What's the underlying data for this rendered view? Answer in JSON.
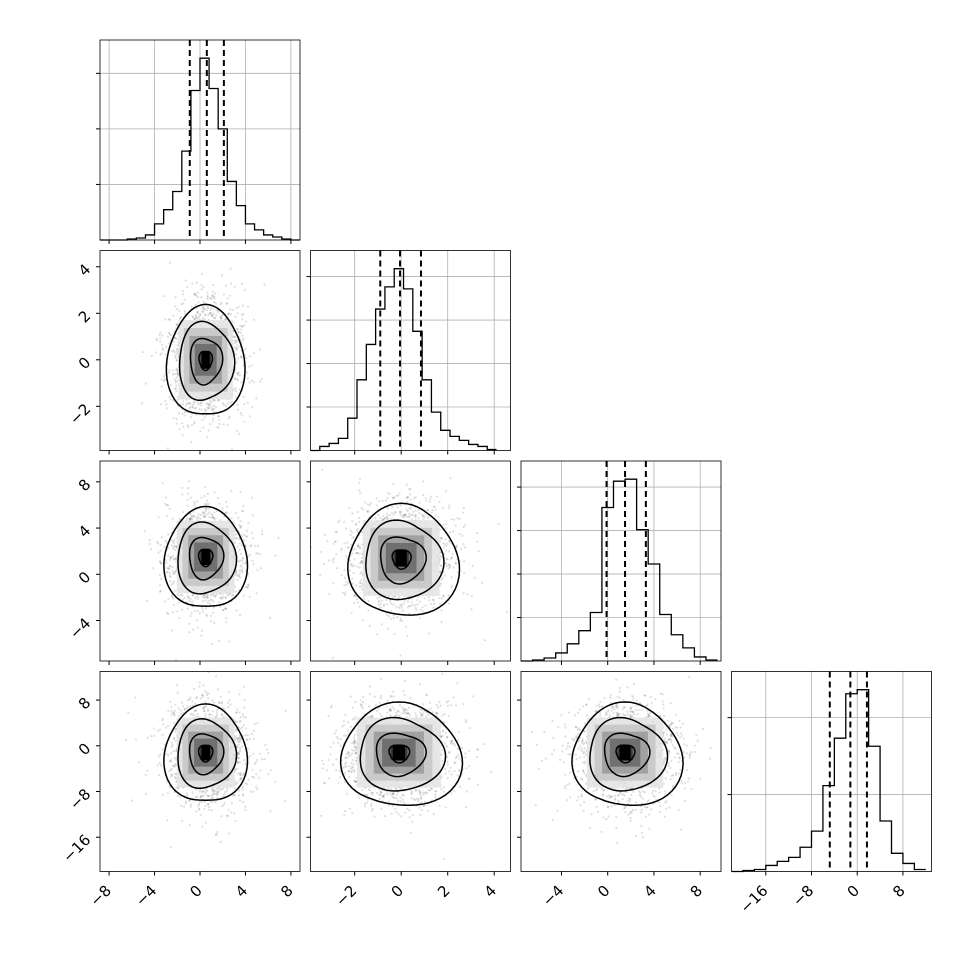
{
  "chart_data": {
    "type": "corner",
    "grid": true,
    "n_params": 4,
    "params": [
      {
        "range": [
          -8.8,
          8.8
        ],
        "ticks": [
          -8,
          -4,
          0,
          4,
          8
        ],
        "tick_labels": [
          "−8",
          "−4",
          "0",
          "4",
          "8"
        ],
        "quantiles": [
          -0.9,
          0.6,
          2.1
        ],
        "hist_ticks": 3,
        "hist": {
          "edges": [
            -8.8,
            -8.0,
            -7.2,
            -6.4,
            -5.6,
            -4.8,
            -4.0,
            -3.2,
            -2.4,
            -1.6,
            -0.8,
            0.0,
            0.8,
            1.6,
            2.4,
            3.2,
            4.0,
            4.8,
            5.6,
            6.4,
            7.2,
            8.0,
            8.8
          ],
          "counts": [
            0,
            0,
            0,
            1,
            2,
            5,
            16,
            30,
            48,
            88,
            148,
            180,
            150,
            110,
            58,
            34,
            16,
            10,
            5,
            3,
            1,
            0
          ]
        }
      },
      {
        "range": [
          -3.9,
          4.7
        ],
        "ticks": [
          -2,
          0,
          2,
          4
        ],
        "tick_labels": [
          "−2",
          "0",
          "2",
          "4"
        ],
        "quantiles": [
          -0.9,
          -0.05,
          0.85
        ],
        "hist_ticks": 4,
        "hist": {
          "edges": [
            -3.9,
            -3.5,
            -3.1,
            -2.7,
            -2.3,
            -1.9,
            -1.5,
            -1.1,
            -0.7,
            -0.3,
            0.1,
            0.5,
            0.9,
            1.3,
            1.7,
            2.1,
            2.5,
            2.9,
            3.3,
            3.7,
            4.1,
            4.5
          ],
          "counts": [
            0,
            4,
            7,
            12,
            32,
            70,
            105,
            140,
            162,
            180,
            160,
            118,
            70,
            38,
            20,
            14,
            10,
            6,
            4,
            1
          ]
        }
      },
      {
        "range": [
          -7.5,
          9.8
        ],
        "ticks": [
          -4,
          0,
          4,
          8
        ],
        "tick_labels": [
          "−4",
          "0",
          "4",
          "8"
        ],
        "quantiles": [
          -0.1,
          1.5,
          3.3
        ],
        "hist_ticks": 4,
        "hist": {
          "edges": [
            -7.5,
            -6.5,
            -5.5,
            -4.5,
            -3.5,
            -2.5,
            -1.5,
            -0.5,
            0.5,
            1.5,
            2.5,
            3.5,
            4.5,
            5.5,
            6.5,
            7.5,
            8.5,
            9.5
          ],
          "counts": [
            0,
            1,
            3,
            8,
            17,
            30,
            48,
            152,
            178,
            180,
            130,
            96,
            46,
            26,
            13,
            4,
            1
          ]
        }
      },
      {
        "range": [
          -22.0,
          13.0
        ],
        "ticks": [
          -16,
          -8,
          0,
          8
        ],
        "tick_labels": [
          "−16",
          "−8",
          "0",
          "8"
        ],
        "quantiles": [
          -4.8,
          -1.2,
          1.7
        ],
        "hist_ticks": 2,
        "hist": {
          "edges": [
            -22.0,
            -20.0,
            -18.0,
            -16.0,
            -14.0,
            -12.0,
            -10.0,
            -8.0,
            -6.0,
            -4.0,
            -2.0,
            0.0,
            2.0,
            4.0,
            6.0,
            8.0,
            10.0,
            12.0
          ],
          "counts": [
            0,
            1,
            2,
            6,
            10,
            14,
            24,
            40,
            85,
            132,
            176,
            180,
            124,
            50,
            18,
            8,
            2
          ]
        }
      }
    ],
    "pairs": [
      {
        "row": 1,
        "col": 0,
        "mean": [
          0.5,
          0.0
        ],
        "sd": [
          1.6,
          1.2
        ],
        "skew_dir": 0
      },
      {
        "row": 2,
        "col": 0,
        "mean": [
          0.5,
          1.5
        ],
        "sd": [
          1.7,
          2.2
        ],
        "skew_dir": 0
      },
      {
        "row": 2,
        "col": 1,
        "mean": [
          0.0,
          1.4
        ],
        "sd": [
          1.1,
          2.3
        ],
        "skew_dir": 1
      },
      {
        "row": 3,
        "col": 0,
        "mean": [
          0.5,
          -1.2
        ],
        "sd": [
          1.7,
          4.3
        ],
        "skew_dir": 0
      },
      {
        "row": 3,
        "col": 1,
        "mean": [
          -0.1,
          -1.2
        ],
        "sd": [
          1.2,
          4.3
        ],
        "skew_dir": 1
      },
      {
        "row": 3,
        "col": 2,
        "mean": [
          1.5,
          -1.2
        ],
        "sd": [
          2.2,
          4.3
        ],
        "skew_dir": 1
      }
    ]
  }
}
